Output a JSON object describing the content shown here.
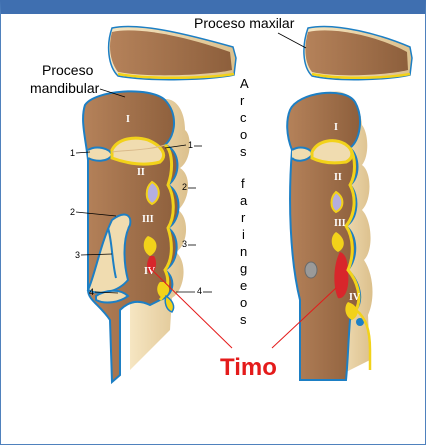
{
  "labels": {
    "proceso_maxilar": "Proceso maxilar",
    "proceso_mandibular_1": "Proceso",
    "proceso_mandibular_2": "mandibular",
    "timo": "Timo"
  },
  "vertical_title": [
    "A",
    "r",
    "c",
    "o",
    "s",
    "f",
    "a",
    "r",
    "i",
    "n",
    "g",
    "e",
    "o",
    "s"
  ],
  "arches_left": [
    "I",
    "II",
    "III",
    "IV"
  ],
  "arches_right": [
    "I",
    "II",
    "III",
    "IV"
  ],
  "pouch_numbers_left_outer": [
    "1",
    "2",
    "3",
    "4"
  ],
  "pouch_numbers_left_inner": [
    "1",
    "2",
    "3",
    "4"
  ],
  "colors": {
    "tissue": "#a5744f",
    "cartilage": "#f0dcb0",
    "ectoderm": "#1d7fc4",
    "endoderm": "#f2d21a",
    "thymus": "#d8262b",
    "parathyroid": "#b4aee0",
    "header": "#3f6fb0"
  }
}
